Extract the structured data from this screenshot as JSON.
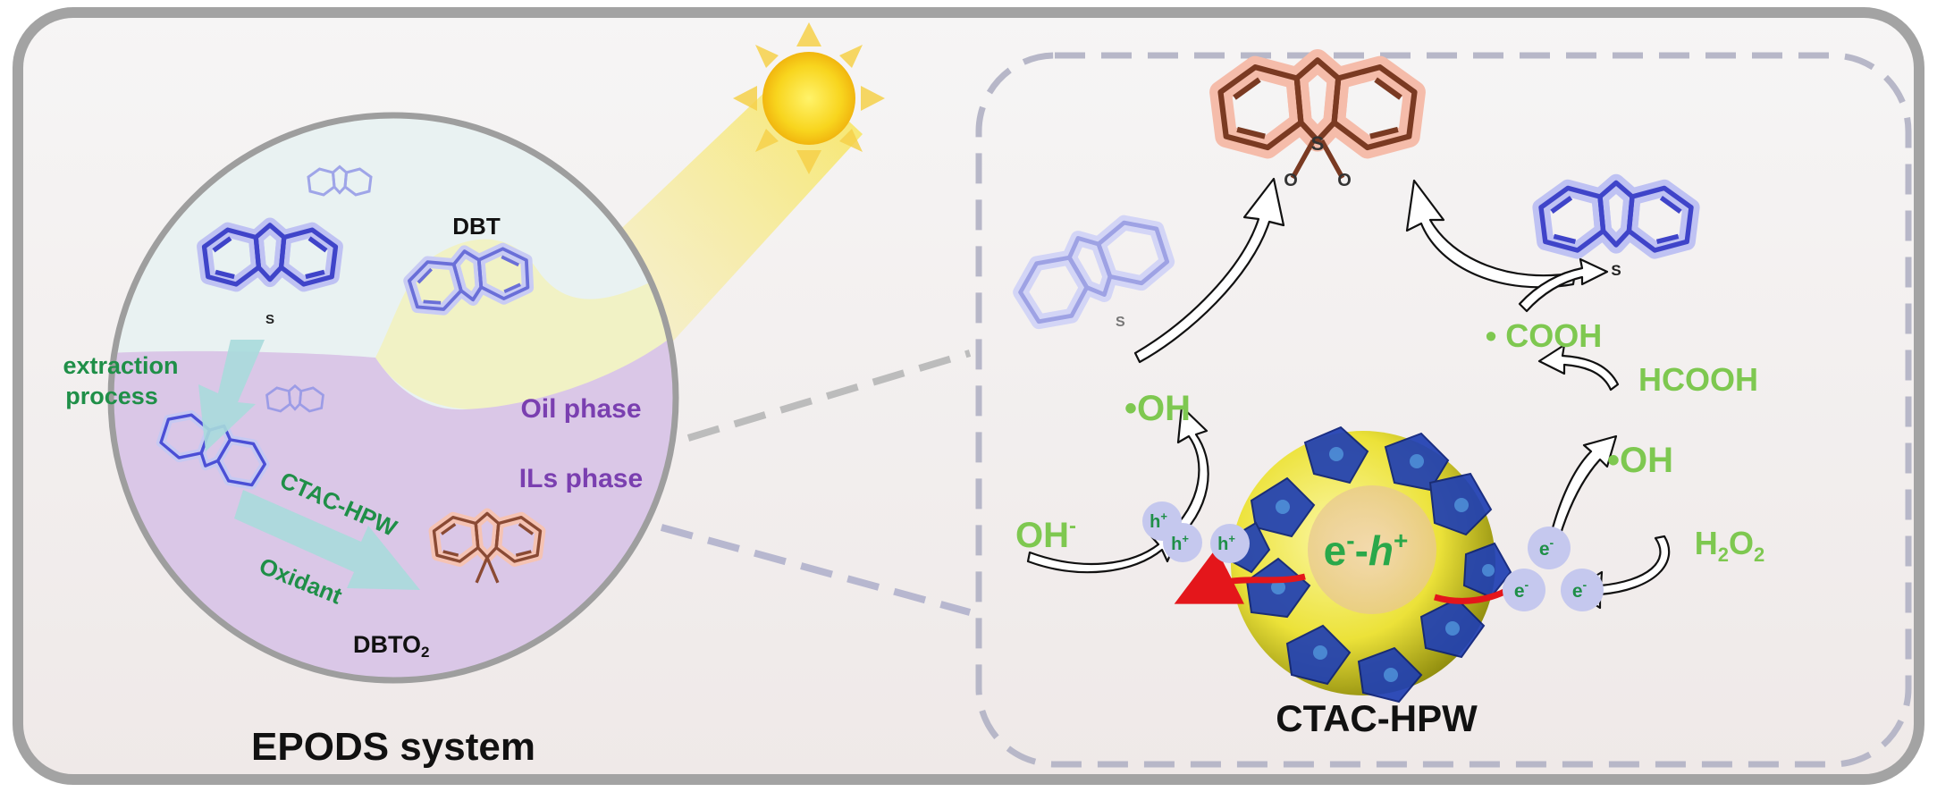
{
  "colors": {
    "green": "#7ec850",
    "dark_green": "#1f8f48",
    "purple_text": "#7a3fb0",
    "dbt_blue": "#4a4fd6",
    "dbt_halo": "#b9bdf2",
    "dbto2_halo": "#f6b8a8",
    "dbto2_line": "#b06a4c",
    "oil_phase": "#f2f3c3",
    "il_phase": "#d9c6e6",
    "top_phase": "#e6f1f3",
    "frame_border": "#9a9a9a",
    "dash": "#b7b7c8",
    "electron_bubble": "#c4c7ec",
    "red_arrow": "#e4161b",
    "sun": "#f7d21e"
  },
  "left": {
    "dbt_label": "DBT",
    "extraction_line1": "extraction",
    "extraction_line2": "process",
    "oil_phase_label": "Oil phase",
    "ils_phase_label": "ILs phase",
    "ctac_label": "CTAC-HPW",
    "oxidant_label": "Oxidant",
    "dbto2_main": "DBTO",
    "dbto2_sub": "2",
    "title": "EPODS system"
  },
  "molecules": {
    "s_atom": "S",
    "o_atom": "O"
  },
  "right": {
    "oh_left": "•OH",
    "oh_minus": "OH",
    "oh_minus_sup": "-",
    "hole": "h",
    "hole_sup": "+",
    "electron": "e",
    "electron_sup": "-",
    "eh_core": "e",
    "eh_minus": "-",
    "eh_dash": "-",
    "eh_h": "h",
    "eh_plus": "+",
    "cooh": "• COOH",
    "hcooh": "HCOOH",
    "oh_right": "•OH",
    "h2o2_h": "H",
    "h2o2_2a": "2",
    "h2o2_o": "O",
    "h2o2_2b": "2",
    "catalyst_label": "CTAC-HPW"
  }
}
